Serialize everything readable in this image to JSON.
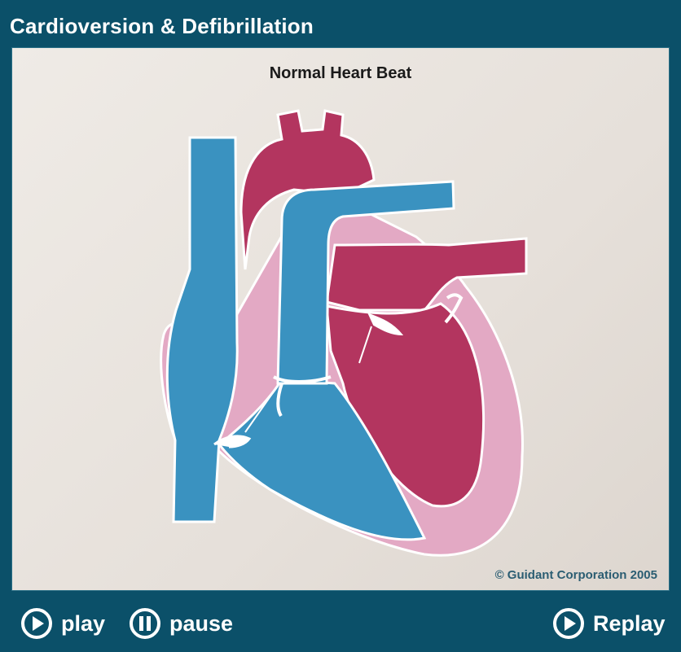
{
  "window": {
    "title": "Cardioversion & Defibrillation"
  },
  "stage": {
    "heading": "Normal Heart Beat",
    "copyright": "© Guidant Corporation 2005"
  },
  "controls": {
    "play_label": "play",
    "pause_label": "pause",
    "replay_label": "Replay"
  },
  "colors": {
    "frame": "#0b5069",
    "blood_blue": "#3a92c0",
    "blood_red": "#b3355f",
    "tissue_pink": "#e3a9c4",
    "outline": "#ffffff"
  }
}
